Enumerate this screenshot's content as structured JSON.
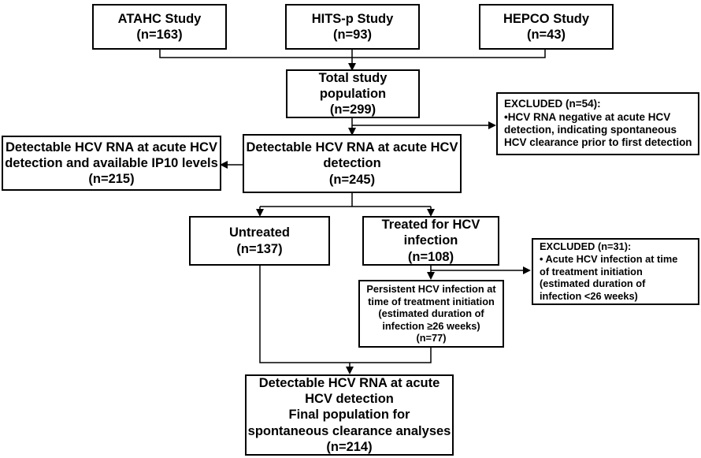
{
  "studies": {
    "atahc": {
      "name": "ATAHC Study",
      "n": "(n=163)"
    },
    "hits": {
      "name": "HITS-p Study",
      "n": "(n=93)"
    },
    "hepco": {
      "name": "HEPCO Study",
      "n": "(n=43)"
    }
  },
  "total": {
    "lines": [
      "Total study",
      "population",
      "(n=299)"
    ]
  },
  "excluded_54": {
    "lines": [
      "EXCLUDED (n=54):",
      "•HCV RNA negative at acute HCV",
      "detection, indicating spontaneous",
      "HCV clearance prior to first detection"
    ]
  },
  "detectable_ip10": {
    "lines": [
      "Detectable HCV RNA at acute HCV",
      "detection and available IP10 levels",
      "(n=215)"
    ]
  },
  "detectable": {
    "lines": [
      "Detectable HCV RNA at acute HCV",
      "detection",
      "(n=245)"
    ]
  },
  "untreated": {
    "lines": [
      "Untreated",
      "(n=137)"
    ]
  },
  "treated": {
    "lines": [
      "Treated for HCV",
      "infection",
      "(n=108)"
    ]
  },
  "excluded_31": {
    "lines": [
      "EXCLUDED (n=31):",
      "• Acute HCV infection at time",
      "of treatment initiation",
      "(estimated duration of",
      "infection <26 weeks)"
    ]
  },
  "persistent": {
    "lines": [
      "Persistent HCV infection at",
      "time of treatment initiation",
      "(estimated duration of",
      "infection ≥26 weeks)",
      "(n=77)"
    ]
  },
  "final": {
    "lines": [
      "Detectable HCV RNA at acute",
      "HCV detection",
      "Final population for",
      "spontaneous clearance analyses",
      "(n=214)"
    ]
  }
}
